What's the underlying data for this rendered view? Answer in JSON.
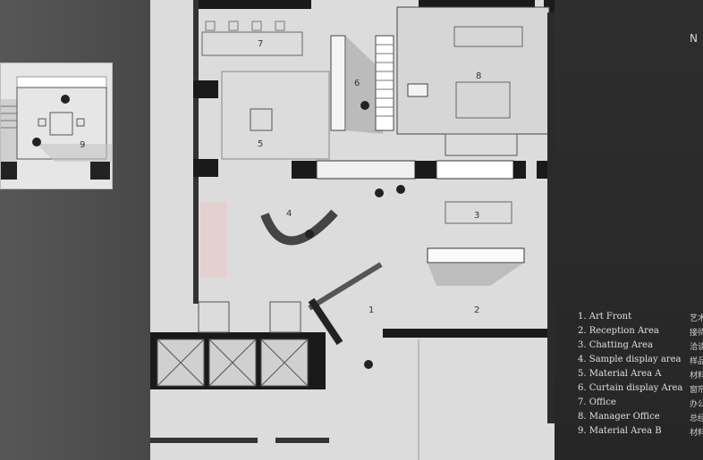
{
  "title": "N",
  "legend": [
    {
      "label": "1. Art Front",
      "cn": "艺术"
    },
    {
      "label": "2. Reception Area",
      "cn": "接待"
    },
    {
      "label": "3. Chatting Area",
      "cn": "洽谈"
    },
    {
      "label": "4. Sample display area",
      "cn": "样品"
    },
    {
      "label": "5. Material Area A",
      "cn": "材料"
    },
    {
      "label": "6. Curtain display Area",
      "cn": "窗帘"
    },
    {
      "label": "7. Office",
      "cn": "办公"
    },
    {
      "label": "8. Manager Office",
      "cn": "总经"
    },
    {
      "label": "9. Material Area B",
      "cn": "材料"
    }
  ],
  "room_numbers": [
    "1",
    "2",
    "3",
    "4",
    "5",
    "6",
    "7",
    "8",
    "9"
  ]
}
